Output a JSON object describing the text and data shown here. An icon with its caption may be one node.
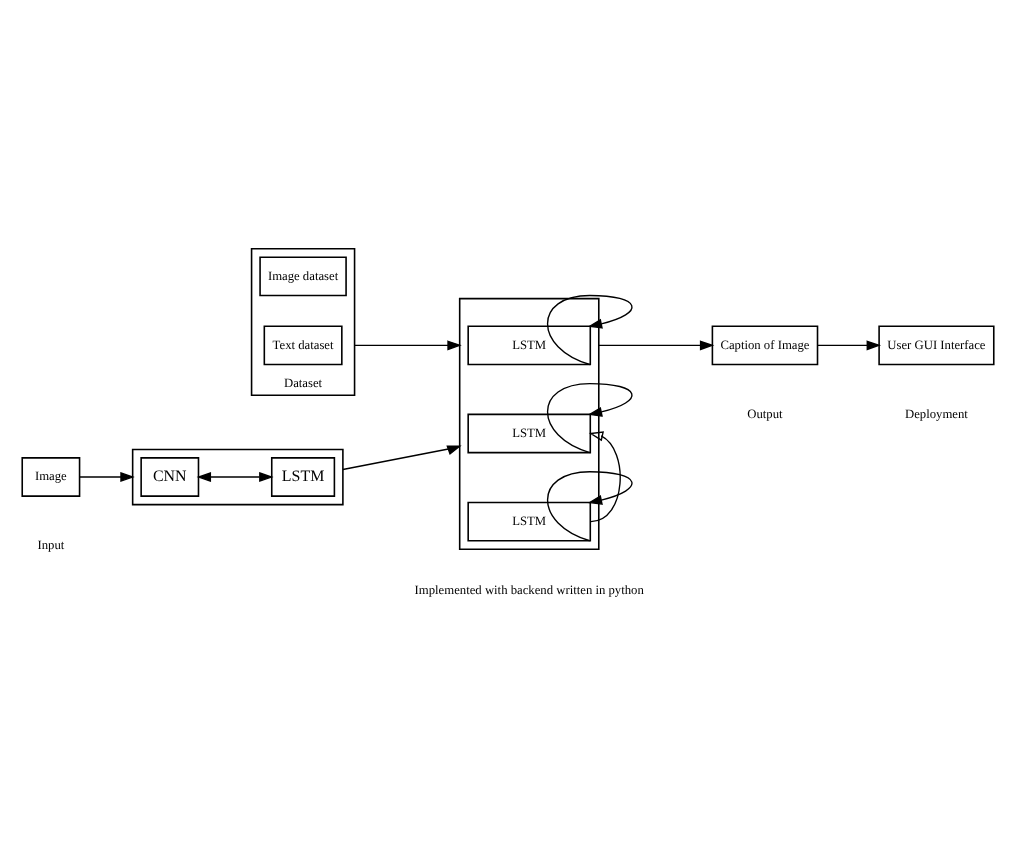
{
  "diagram": {
    "nodes": [
      {
        "text": [
          "Image"
        ],
        "beside": [
          "Input"
        ]
      },
      {
        "text": [],
        "shape": "box"
      },
      {
        "text": [
          "CNN"
        ],
        "in": 1
      },
      {
        "text": [
          "LSTM"
        ],
        "in": 1
      },
      {
        "text": [
          "Dataset"
        ]
      },
      {
        "text": [
          "Image dataset"
        ],
        "in": 4
      },
      {
        "text": [
          "Text dataset"
        ],
        "in": 4
      },
      {
        "text": [],
        "shape": "box"
      },
      {
        "text": [
          "LSTM"
        ],
        "in": 7
      },
      {
        "text": [
          "LSTM"
        ],
        "in": 7
      },
      {
        "text": [
          "LSTM"
        ],
        "in": 7
      },
      {
        "text": [
          "Caption of Image"
        ],
        "beside": [
          "Output"
        ]
      },
      {
        "text": [
          "User GUI Interface"
        ],
        "beside": [
          "Deployment"
        ]
      }
    ],
    "edges": [
      {
        "from": 0,
        "to": 1,
        "arrow": "to"
      },
      {
        "from": 2,
        "to": 3,
        "arrow": "both"
      },
      {
        "from": 1,
        "to": 7,
        "arrow": "to"
      },
      {
        "from": 4,
        "to": 7,
        "arrow": "to"
      },
      {
        "from": 8,
        "to": 8,
        "arrow": "to"
      },
      {
        "from": 9,
        "to": 9,
        "arrow": "to"
      },
      {
        "from": 10,
        "to": 10,
        "arrow": "to"
      },
      {
        "from": 10,
        "to": 8,
        "arrow": "to"
      },
      {
        "from": 7,
        "to": 11,
        "arrow": "to"
      },
      {
        "from": 11,
        "to": 12,
        "arrow": "to"
      }
    ],
    "labels": [
      "Implemented with backend written in python"
    ]
  }
}
